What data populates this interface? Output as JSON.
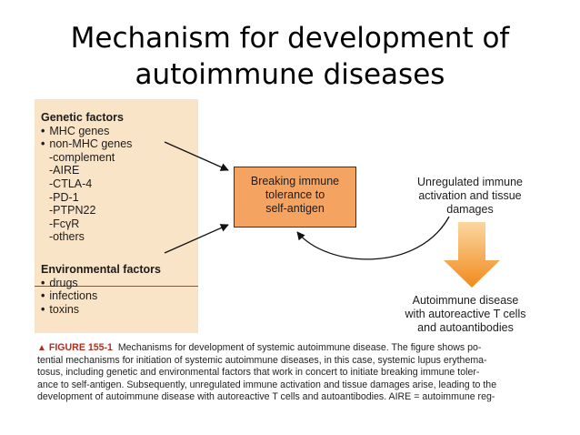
{
  "slide": {
    "title_lines": [
      "Mechanism for development of",
      "autoimmune diseases"
    ]
  },
  "genetic": {
    "heading": "Genetic factors",
    "items": [
      "MHC genes",
      "non-MHC genes"
    ],
    "subitems": [
      "-complement",
      "-AIRE",
      "-CTLA-4",
      "-PD-1",
      "-PTPN22",
      "-FcγR",
      "-others"
    ]
  },
  "environmental": {
    "heading": "Environmental factors",
    "items": [
      "drugs",
      "infections",
      "toxins"
    ]
  },
  "nodes": {
    "breaking": [
      "Breaking immune",
      "tolerance to",
      "self-antigen"
    ],
    "unregulated": [
      "Unregulated immune",
      "activation and tissue",
      "damages"
    ],
    "outcome": [
      "Autoimmune disease",
      "with autoreactive T cells",
      "and autoantibodies"
    ]
  },
  "caption": {
    "marker": "▲",
    "label": "FIGURE 155-1",
    "lines": [
      "Mechanisms for development of systemic autoimmune disease. The figure shows po-",
      "tential mechanisms for initiation of systemic autoimmune diseases, in this case, systemic lupus erythema-",
      "tosus, including genetic and environmental factors that work in concert to initiate breaking immune toler-",
      "ance to self-antigen. Subsequently, unregulated immune activation and tissue damages arise, leading to the",
      "development of autoimmune disease with autoreactive T cells and autoantibodies. AIRE = autoimmune reg-"
    ]
  },
  "colors": {
    "panel": "#fae4c8",
    "box": "#f4a460",
    "arrow_top": "#fbd7a0",
    "arrow_bottom": "#f08a1c"
  }
}
